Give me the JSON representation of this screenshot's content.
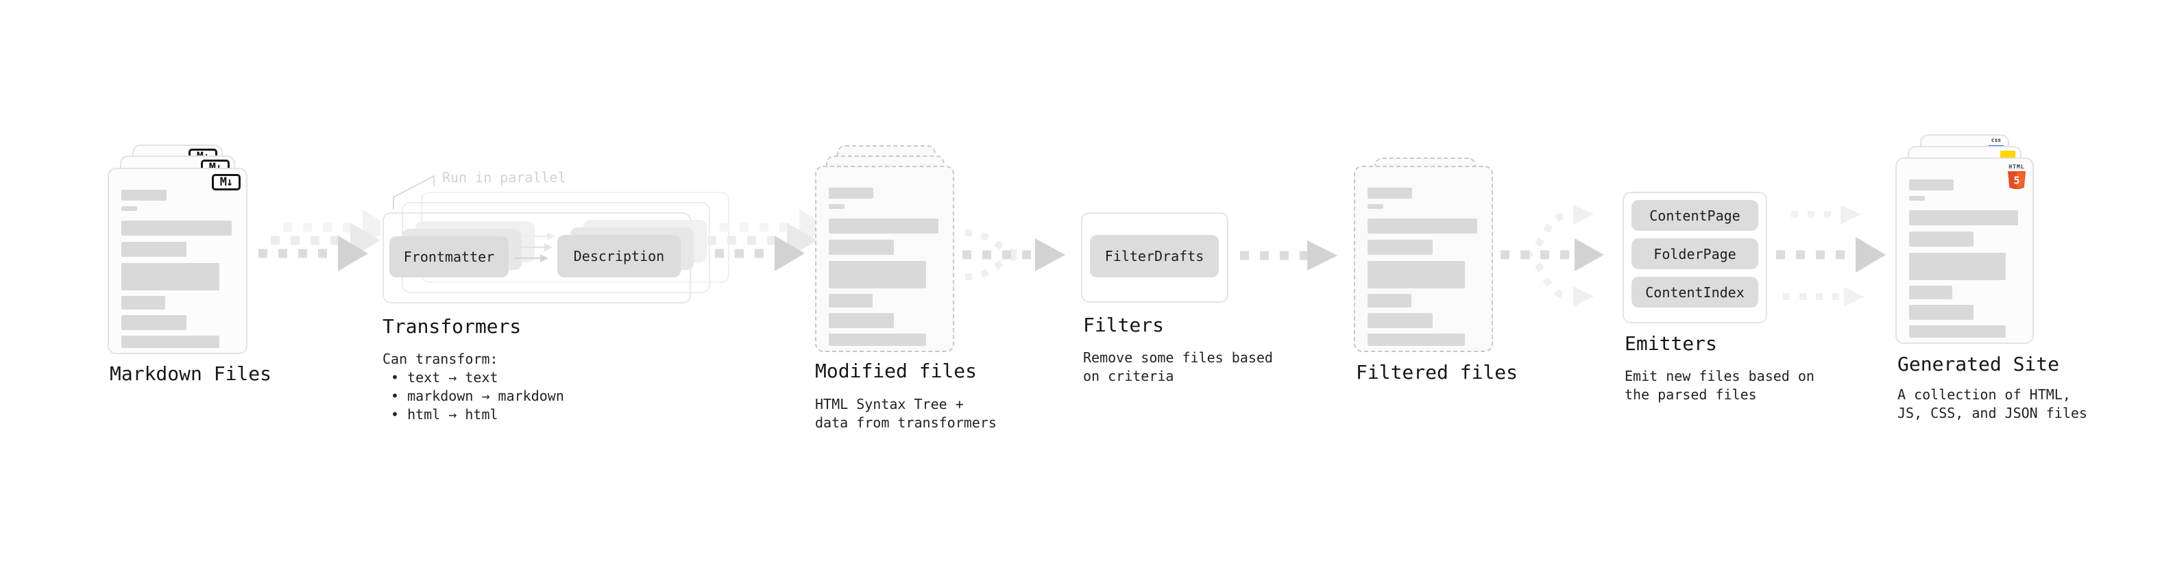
{
  "diagram": {
    "stages": [
      {
        "id": "markdown",
        "label": "Markdown Files"
      },
      {
        "id": "transformers",
        "label": "Transformers",
        "annotation": "Run in parallel",
        "nodes": [
          "Frontmatter",
          "Description"
        ],
        "caption_title": "Can transform:",
        "bullets": [
          "• text → text",
          "• markdown → markdown",
          "• html → html"
        ]
      },
      {
        "id": "modified",
        "label": "Modified files",
        "caption": "HTML Syntax Tree +\ndata from transformers"
      },
      {
        "id": "filters",
        "label": "Filters",
        "nodes": [
          "FilterDrafts"
        ],
        "caption": "Remove some files based\non criteria"
      },
      {
        "id": "filtered",
        "label": "Filtered files"
      },
      {
        "id": "emitters",
        "label": "Emitters",
        "nodes": [
          "ContentPage",
          "FolderPage",
          "ContentIndex"
        ],
        "caption": "Emit new files based on\nthe parsed files"
      },
      {
        "id": "generated",
        "label": "Generated Site",
        "caption": "A collection of HTML,\nJS, CSS, and JSON files"
      }
    ],
    "badges": {
      "markdown": "M↓",
      "html5_word": "HTML",
      "html5_number": "5",
      "css": "css"
    },
    "colors": {
      "html5_orange": "#e44d26",
      "js_yellow": "#ffd600",
      "css_blue": "#2b63f6",
      "bar_gray": "#d9d9d9",
      "arrow_gray": "#d2d2d2"
    }
  }
}
